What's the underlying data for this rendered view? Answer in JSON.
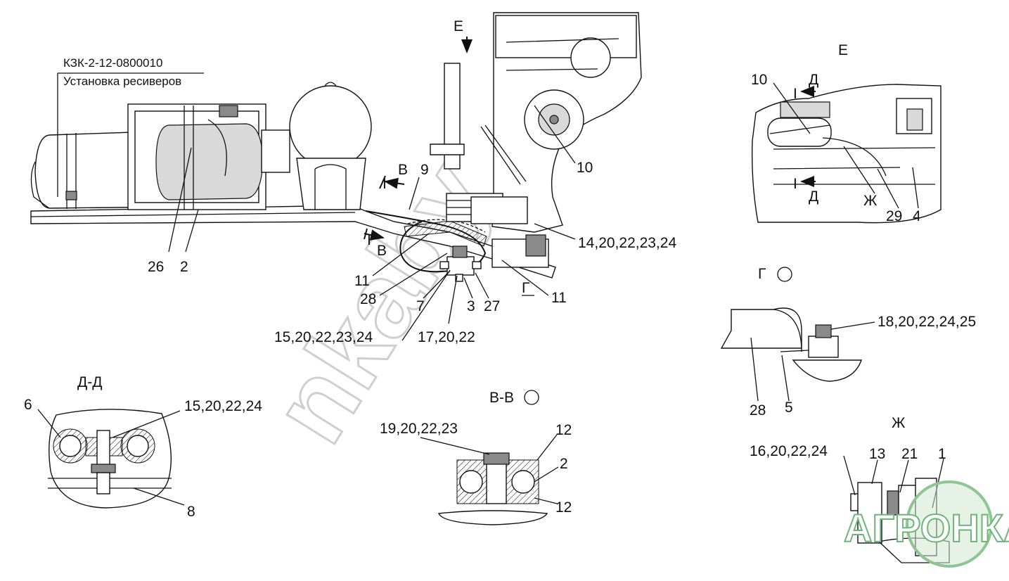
{
  "drawing": {
    "title_ref": {
      "designation": "КЗК-2-12-0800010",
      "description": "Установка ресиверов"
    },
    "views": {
      "view_E": "Е",
      "view_E_arrow": "Е",
      "section_V_arrow_top": "В",
      "section_V_arrow_bottom": "В",
      "section_D_arrow_top": "Д",
      "section_D_arrow_bottom": "Д",
      "detail_G": "Г",
      "detail_G_callout": "Г",
      "detail_Zh": "Ж",
      "detail_Zh_callout": "Ж",
      "section_DD": "Д-Д",
      "section_VV": "В-В",
      "roman_I_1": "I",
      "roman_I_2": "I",
      "roman_I_3": "I",
      "roman_I_4": "I"
    },
    "callouts": {
      "main": [
        "26",
        "2",
        "9",
        "11",
        "28",
        "7",
        "3",
        "27",
        "11",
        "15,20,22,23,24",
        "17,20,22",
        "14,20,22,23,24",
        "10"
      ],
      "view_E": [
        "10",
        "29",
        "4"
      ],
      "detail_G": [
        "18,20,22,24,25",
        "28",
        "5"
      ],
      "section_DD": [
        "6",
        "15,20,22,24",
        "8"
      ],
      "section_VV": [
        "19,20,22,23",
        "12",
        "2",
        "12"
      ],
      "detail_Zh": [
        "16,20,22,24",
        "13",
        "21",
        "1"
      ]
    },
    "watermark": "nkaby",
    "logo": "АГРОНКА"
  }
}
